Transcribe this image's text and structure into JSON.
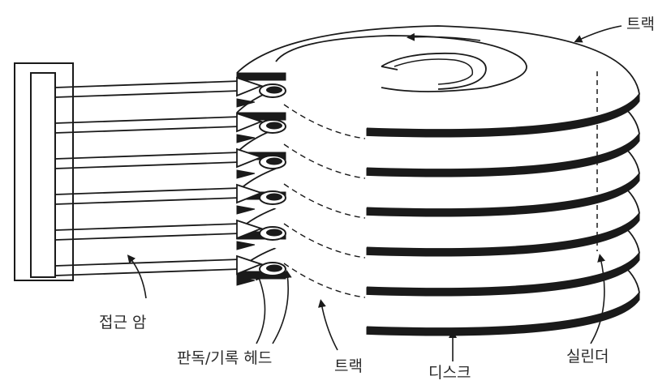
{
  "labels": {
    "track_top": "트랙",
    "access_arm": "접근 암",
    "rw_head": "판독/기록 헤드",
    "track_bottom": "트랙",
    "disk": "디스크",
    "cylinder": "실린더"
  },
  "structure": {
    "platter_count": 6,
    "arm_count": 6
  },
  "colors": {
    "ink": "#1a1a1a",
    "fill": "#ffffff",
    "edge": "#1a1a1a"
  }
}
